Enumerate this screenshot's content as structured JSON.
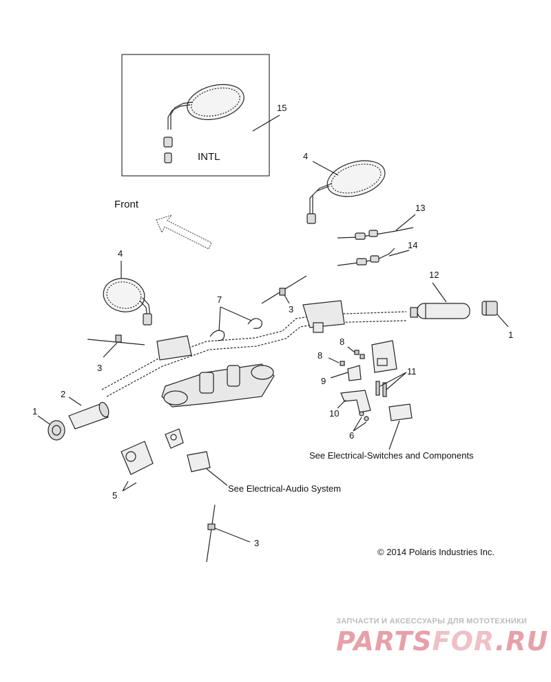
{
  "callouts": {
    "c1_left": "1",
    "c1_right": "1",
    "c2": "2",
    "c3_left": "3",
    "c3_center": "3",
    "c3_bottom": "3",
    "c4_left": "4",
    "c4_top": "4",
    "c5": "5",
    "c6": "6",
    "c7": "7",
    "c8_a": "8",
    "c8_b": "8",
    "c9": "9",
    "c10": "10",
    "c11": "11",
    "c12": "12",
    "c13": "13",
    "c14": "14",
    "c15": "15"
  },
  "inset_label": "INTL",
  "direction_label": "Front",
  "notes": {
    "switches": "See Electrical-Switches and Components",
    "audio": "See Electrical-Audio System"
  },
  "copyright": "© 2014 Polaris Industries Inc.",
  "watermark": {
    "tagline": "ЗАПЧАСТИ И АКСЕССУАРЫ ДЛЯ МОТОТЕХНИКИ",
    "brand_part1": "PARTS",
    "brand_part2": "FOR",
    "brand_part3": ".RU",
    "color_main": "#e8a0a8",
    "color_accent": "#f0c0c6"
  }
}
